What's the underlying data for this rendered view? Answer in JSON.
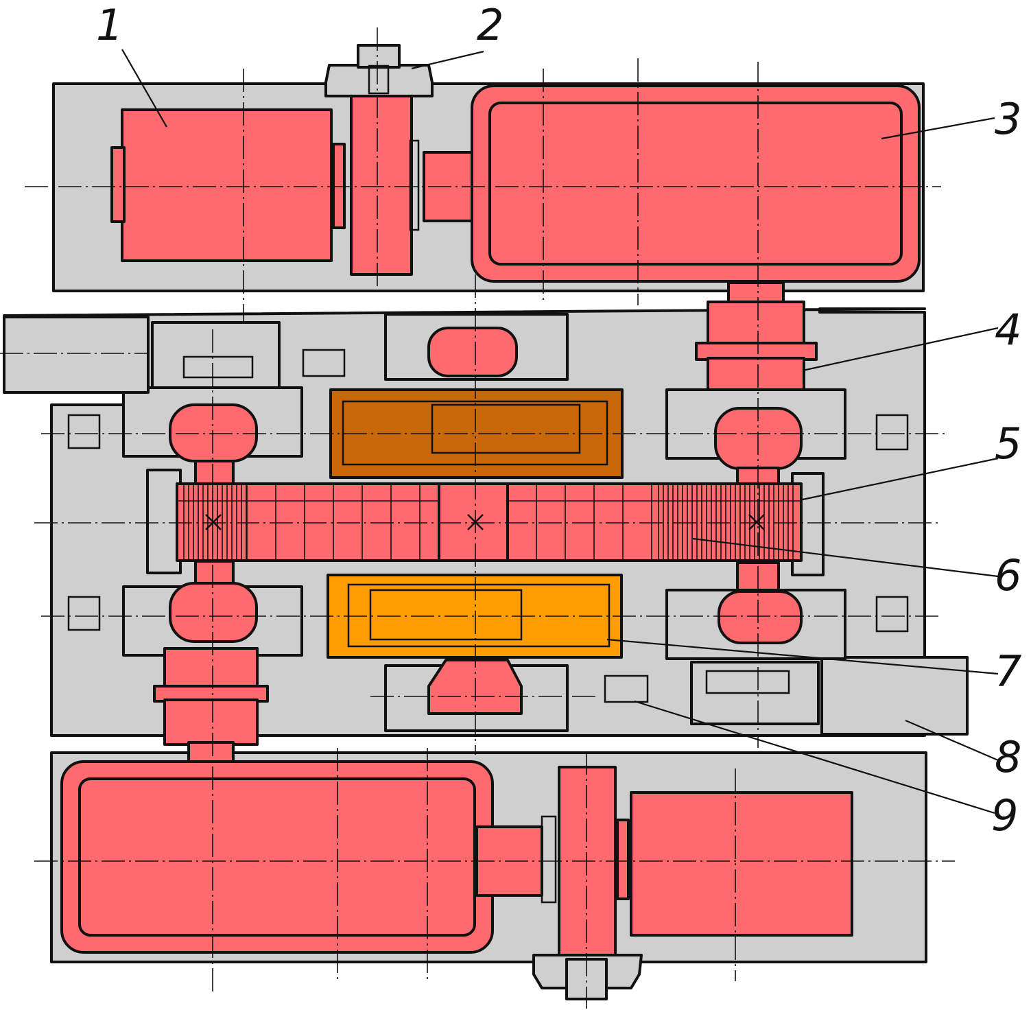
{
  "callouts": [
    {
      "id": "1",
      "text": "1"
    },
    {
      "id": "2",
      "text": "2"
    },
    {
      "id": "3",
      "text": "3"
    },
    {
      "id": "4",
      "text": "4"
    },
    {
      "id": "5",
      "text": "5"
    },
    {
      "id": "6",
      "text": "6"
    },
    {
      "id": "7",
      "text": "7"
    },
    {
      "id": "8",
      "text": "8"
    },
    {
      "id": "9",
      "text": "9"
    }
  ],
  "colors": {
    "base_plate": "#cfcfcf",
    "machine_red": "#ff6a6f",
    "upper_gear_housing": "#c8660a",
    "lower_gear_housing": "#ff9d00",
    "ink": "#111111"
  },
  "icons": {
    "hub_center_mark": "cross-x-icon"
  }
}
